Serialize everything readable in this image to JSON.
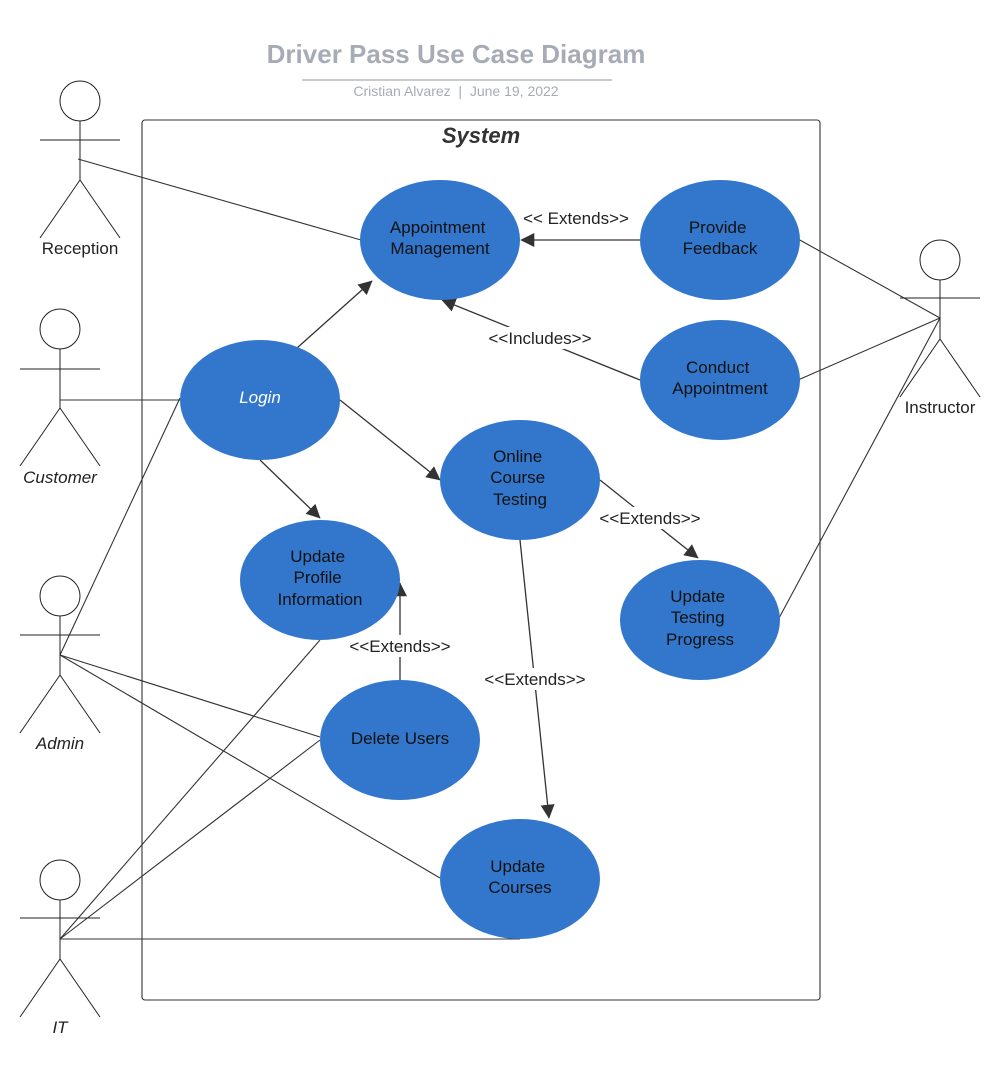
{
  "title": "Driver Pass Use Case Diagram",
  "subtitle": "Cristian Alvarez  |  June 19, 2022",
  "system": {
    "label": "System"
  },
  "colors": {
    "use_case_fill": "#3377cc",
    "title_gray": "#a6acb5",
    "line": "#333333"
  },
  "actors": [
    {
      "id": "reception",
      "label": "Reception",
      "italic": false
    },
    {
      "id": "customer",
      "label": "Customer",
      "italic": true
    },
    {
      "id": "admin",
      "label": "Admin",
      "italic": true
    },
    {
      "id": "it",
      "label": "IT",
      "italic": true
    },
    {
      "id": "instructor",
      "label": "Instructor",
      "italic": false
    }
  ],
  "use_cases": [
    {
      "id": "appointment-management",
      "lines": [
        "Appointment",
        "Management"
      ]
    },
    {
      "id": "provide-feedback",
      "lines": [
        "Provide",
        "Feedback"
      ]
    },
    {
      "id": "conduct-appointment",
      "lines": [
        "Conduct",
        "Appointment"
      ]
    },
    {
      "id": "login",
      "lines": [
        "Login"
      ]
    },
    {
      "id": "online-course-testing",
      "lines": [
        "Online",
        "Course",
        "Testing"
      ]
    },
    {
      "id": "update-profile-information",
      "lines": [
        "Update",
        "Profile",
        "Information"
      ]
    },
    {
      "id": "update-testing-progress",
      "lines": [
        "Update",
        "Testing",
        "Progress"
      ]
    },
    {
      "id": "delete-users",
      "lines": [
        "Delete Users"
      ]
    },
    {
      "id": "update-courses",
      "lines": [
        "Update",
        "Courses"
      ]
    }
  ],
  "relationships": [
    {
      "from": "provide-feedback",
      "to": "appointment-management",
      "label": "<< Extends>>"
    },
    {
      "from": "conduct-appointment",
      "to": "appointment-management",
      "label": "<<Includes>>"
    },
    {
      "from": "online-course-testing",
      "to": "update-testing-progress",
      "label": "<<Extends>>"
    },
    {
      "from": "delete-users",
      "to": "update-profile-information",
      "label": "<<Extends>>"
    },
    {
      "from": "online-course-testing",
      "to": "update-courses",
      "label": "<<Extends>>"
    },
    {
      "from": "login",
      "to": "appointment-management",
      "label": ""
    },
    {
      "from": "login",
      "to": "online-course-testing",
      "label": ""
    },
    {
      "from": "login",
      "to": "update-profile-information",
      "label": ""
    }
  ],
  "associations": [
    {
      "actor": "reception",
      "use_case": "appointment-management"
    },
    {
      "actor": "customer",
      "use_case": "login"
    },
    {
      "actor": "admin",
      "use_case": "login"
    },
    {
      "actor": "admin",
      "use_case": "delete-users"
    },
    {
      "actor": "admin",
      "use_case": "update-courses"
    },
    {
      "actor": "it",
      "use_case": "update-profile-information"
    },
    {
      "actor": "it",
      "use_case": "delete-users"
    },
    {
      "actor": "it",
      "use_case": "update-courses"
    },
    {
      "actor": "instructor",
      "use_case": "provide-feedback"
    },
    {
      "actor": "instructor",
      "use_case": "conduct-appointment"
    },
    {
      "actor": "instructor",
      "use_case": "update-testing-progress"
    }
  ]
}
